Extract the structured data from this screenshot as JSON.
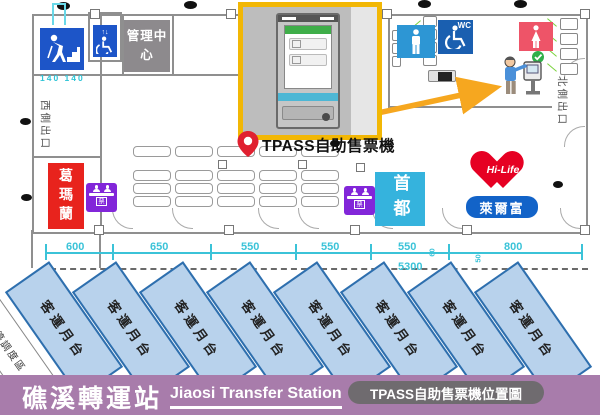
{
  "footer": {
    "station_zh": "礁溪轉運站",
    "station_en": "Jiaosi Transfer Station",
    "badge": "TPASS自助售票機位置圖"
  },
  "map": {
    "pin_label": "TPASS自助售票機",
    "rooms": {
      "management": "管理中心",
      "kamalan": "葛瑪蘭",
      "capital": "首都"
    },
    "stores": {
      "hilife_en": "Hi-Life",
      "hilife_zh": "萊爾富"
    },
    "wc_label": "WC",
    "ticket_label": "票",
    "exits": {
      "west": "西側出口",
      "north": "北側出口"
    },
    "dims": {
      "segments": [
        "600",
        "650",
        "550",
        "550",
        "550",
        "800"
      ],
      "total": "5300",
      "stair": "140 140",
      "side": [
        "60",
        "50"
      ]
    },
    "platform_label": "客運月台",
    "platform_count": 8,
    "parking_label": "臨停調度區"
  },
  "colors": {
    "footer_bar": "#a87cab",
    "badge_pill": "#6f6b6f",
    "inset_frame": "#f2b705",
    "arrow": "#f6a71f",
    "kamalan_red": "#e8231d",
    "capital_cyan": "#35b3dd",
    "ticket_purple": "#8226d9",
    "hilife_red": "#e60023",
    "hilife_blue": "#1263c8",
    "platform_fill": "#b8d2ec",
    "platform_border": "#2e6fae",
    "dim_cyan": "#3bc3d8",
    "sign_blue": "#1d55c8",
    "mens_blue": "#2d96d4",
    "wc_blue": "#1a5fb0",
    "womens_pink": "#ee5468",
    "management_gray": "#8d8a8d"
  }
}
